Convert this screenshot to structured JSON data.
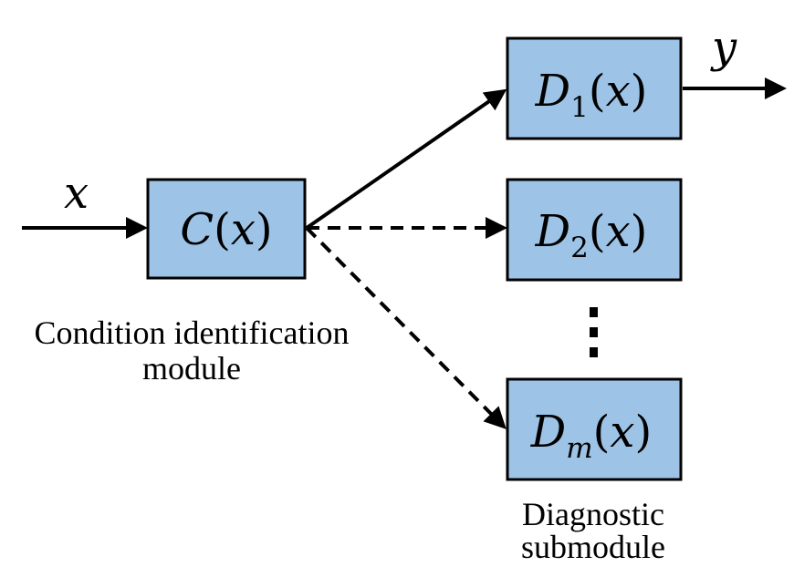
{
  "diagram": {
    "input_signal": "x",
    "output_signal": "y",
    "condition_box": {
      "func": "C",
      "open": "(",
      "arg": "x",
      "close": ")"
    },
    "diagnostic_boxes": [
      {
        "func": "D",
        "sub": "1",
        "open": "(",
        "arg": "x",
        "close": ")"
      },
      {
        "func": "D",
        "sub": "2",
        "open": "(",
        "arg": "x",
        "close": ")"
      },
      {
        "func": "D",
        "sub": "m",
        "open": "(",
        "arg": "x",
        "close": ")"
      }
    ],
    "condition_caption": [
      "Condition identification",
      "module"
    ],
    "diagnostic_caption": [
      "Diagnostic",
      "submodule"
    ],
    "colors": {
      "box_fill": "#9dc3e6",
      "line": "#000000"
    }
  }
}
